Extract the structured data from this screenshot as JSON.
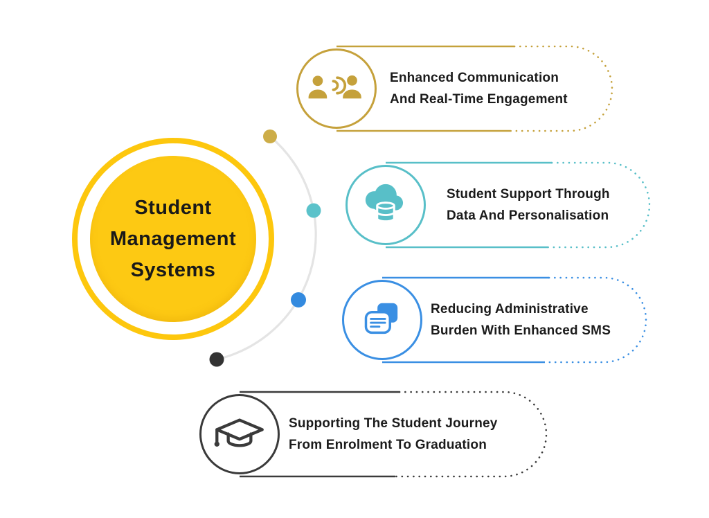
{
  "page": {
    "background": "#FFFFFF"
  },
  "center": {
    "title_lines": [
      "Student",
      "Management",
      "Systems"
    ],
    "disc_color": "#FDC913",
    "ring_color": "#FDC70D",
    "text_color": "#191919"
  },
  "connector": {
    "arc_color": "#E4E4E4",
    "dots": [
      {
        "name": "gold-dot",
        "color": "#CDAD48"
      },
      {
        "name": "teal-dot",
        "color": "#5BC2CA"
      },
      {
        "name": "blue-dot",
        "color": "#338ADF"
      },
      {
        "name": "dark-dot",
        "color": "#333333"
      }
    ]
  },
  "items": [
    {
      "id": "communication",
      "icon": "people-communication-icon",
      "accent": "#C5A13B",
      "lines": [
        "Enhanced Communication",
        "And Real-Time Engagement"
      ]
    },
    {
      "id": "data-support",
      "icon": "cloud-database-icon",
      "accent": "#58BFC8",
      "lines": [
        "Student Support Through",
        "Data And Personalisation"
      ]
    },
    {
      "id": "sms",
      "icon": "chat-messages-icon",
      "accent": "#3A8FE3",
      "lines": [
        "Reducing Administrative",
        "Burden With Enhanced SMS"
      ]
    },
    {
      "id": "journey",
      "icon": "graduation-cap-icon",
      "accent": "#3A3A3A",
      "lines": [
        "Supporting The Student Journey",
        "From Enrolment To Graduation"
      ]
    }
  ],
  "text_color": "#1B1B1B"
}
